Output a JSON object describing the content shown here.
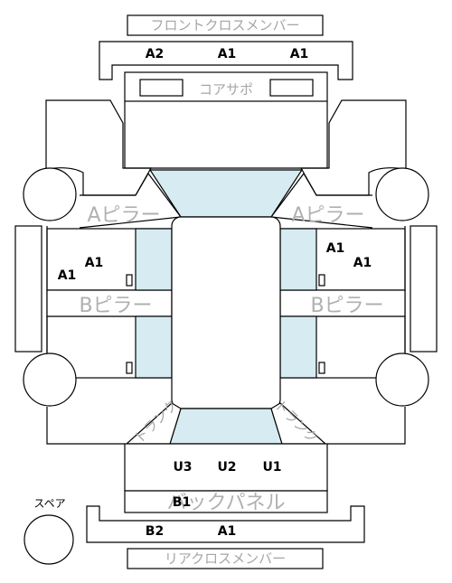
{
  "labels": {
    "front_cross_member": "フロントクロスメンバー",
    "core_support": "コアサポ",
    "a_pillar_left": "Aピラー",
    "a_pillar_right": "Aピラー",
    "b_pillar_left": "Bピラー",
    "b_pillar_right": "Bピラー",
    "trunk_left": "トランク",
    "trunk_right": "トランク",
    "back_panel": "バックパネル",
    "spare": "スペア",
    "rear_cross_member": "リアクロスメンバー"
  },
  "grades": {
    "front_cross_left": "A2",
    "front_cross_center": "A1",
    "front_cross_right": "A1",
    "left_door_upper": "A1",
    "left_door_lower": "A1",
    "right_door_upper": "A1",
    "right_door_lower": "A1",
    "rear_floor_left": "U3",
    "rear_floor_center": "U2",
    "rear_floor_right": "U1",
    "back_panel": "B1",
    "rear_cross_left": "B2",
    "rear_cross_center": "A1"
  },
  "colors": {
    "glass": "#d6ebf2",
    "line": "#000000",
    "label_grey": "#a6a6a6"
  }
}
